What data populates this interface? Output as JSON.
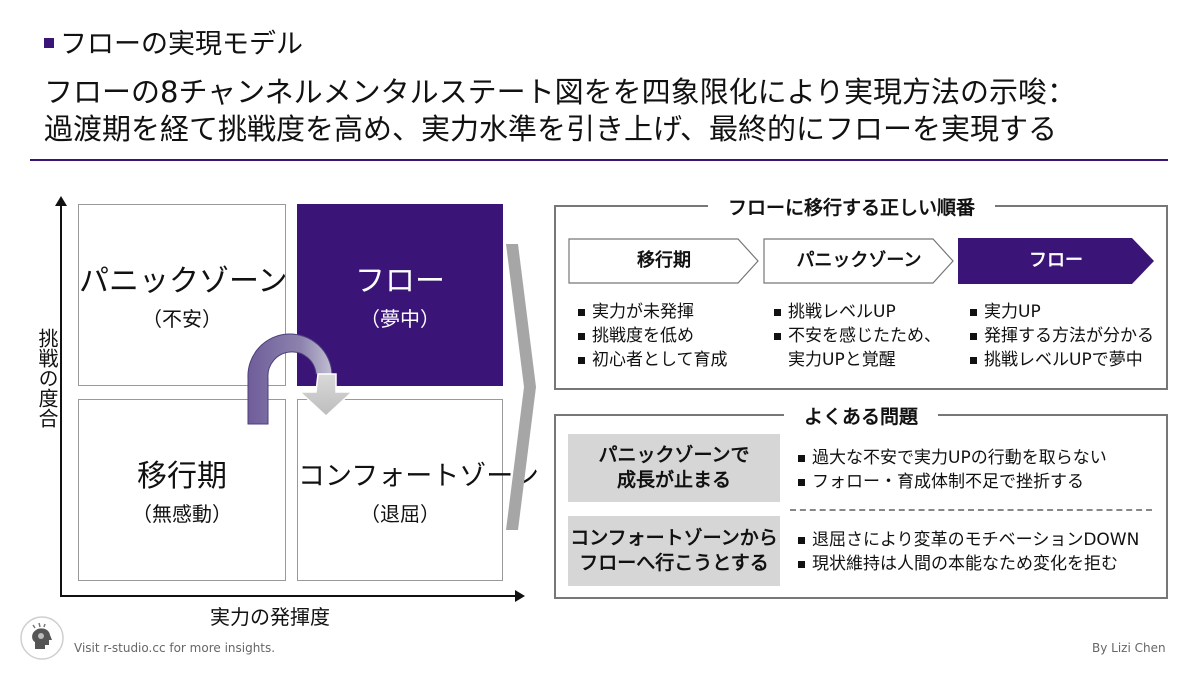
{
  "header": {
    "section_label": "フローの実現モデル",
    "headline_line1": "フローの8チャンネルメンタルステート図をを四象限化により実現方法の示唆：",
    "headline_line2": "過渡期を経て挑戦度を高め、実力水準を引き上げ、最終的にフローを実現する"
  },
  "matrix": {
    "y_axis_label": "挑戦の度合",
    "x_axis_label": "実力の発揮度",
    "quadrants": {
      "top_left": {
        "title": "パニックゾーン",
        "subtitle": "（不安）"
      },
      "top_right": {
        "title": "フロー",
        "subtitle": "（夢中）"
      },
      "bottom_left": {
        "title": "移行期",
        "subtitle": "（無感動）"
      },
      "bottom_right": {
        "title": "コンフォートゾーン",
        "subtitle": "（退屈）"
      }
    }
  },
  "sequence_panel": {
    "title": "フローに移行する正しい順番",
    "steps": [
      {
        "label": "移行期",
        "bullets": [
          "実力が未発揮",
          "挑戦度を低め",
          "初心者として育成"
        ]
      },
      {
        "label": "パニックゾーン",
        "bullets": [
          "挑戦レベルUP",
          "不安を感じたため、",
          "実力UPと覚醒"
        ]
      },
      {
        "label": "フロー",
        "bullets": [
          "実力UP",
          "発揮する方法が分かる",
          "挑戦レベルUPで夢中"
        ]
      }
    ]
  },
  "problems_panel": {
    "title": "よくある問題",
    "items": [
      {
        "label_line1": "パニックゾーンで",
        "label_line2": "成長が止まる",
        "bullets": [
          "過大な不安で実力UPの行動を取らない",
          "フォロー・育成体制不足で挫折する"
        ]
      },
      {
        "label_line1": "コンフォートゾーンから",
        "label_line2": "フローへ行こうとする",
        "bullets": [
          "退屈さにより変革のモチベーションDOWN",
          "現状維持は人間の本能なため変化を拒む"
        ]
      }
    ]
  },
  "footer": {
    "left_text": "Visit r-studio.cc for more insights.",
    "right_text": "By Lizi Chen"
  },
  "colors": {
    "accent": "#3a1577",
    "box_gray": "#d6d6d6",
    "border_gray": "#777777"
  },
  "icons": [
    "robot-head-logo-icon",
    "curved-arrow-icon",
    "chevron-right-icon"
  ]
}
